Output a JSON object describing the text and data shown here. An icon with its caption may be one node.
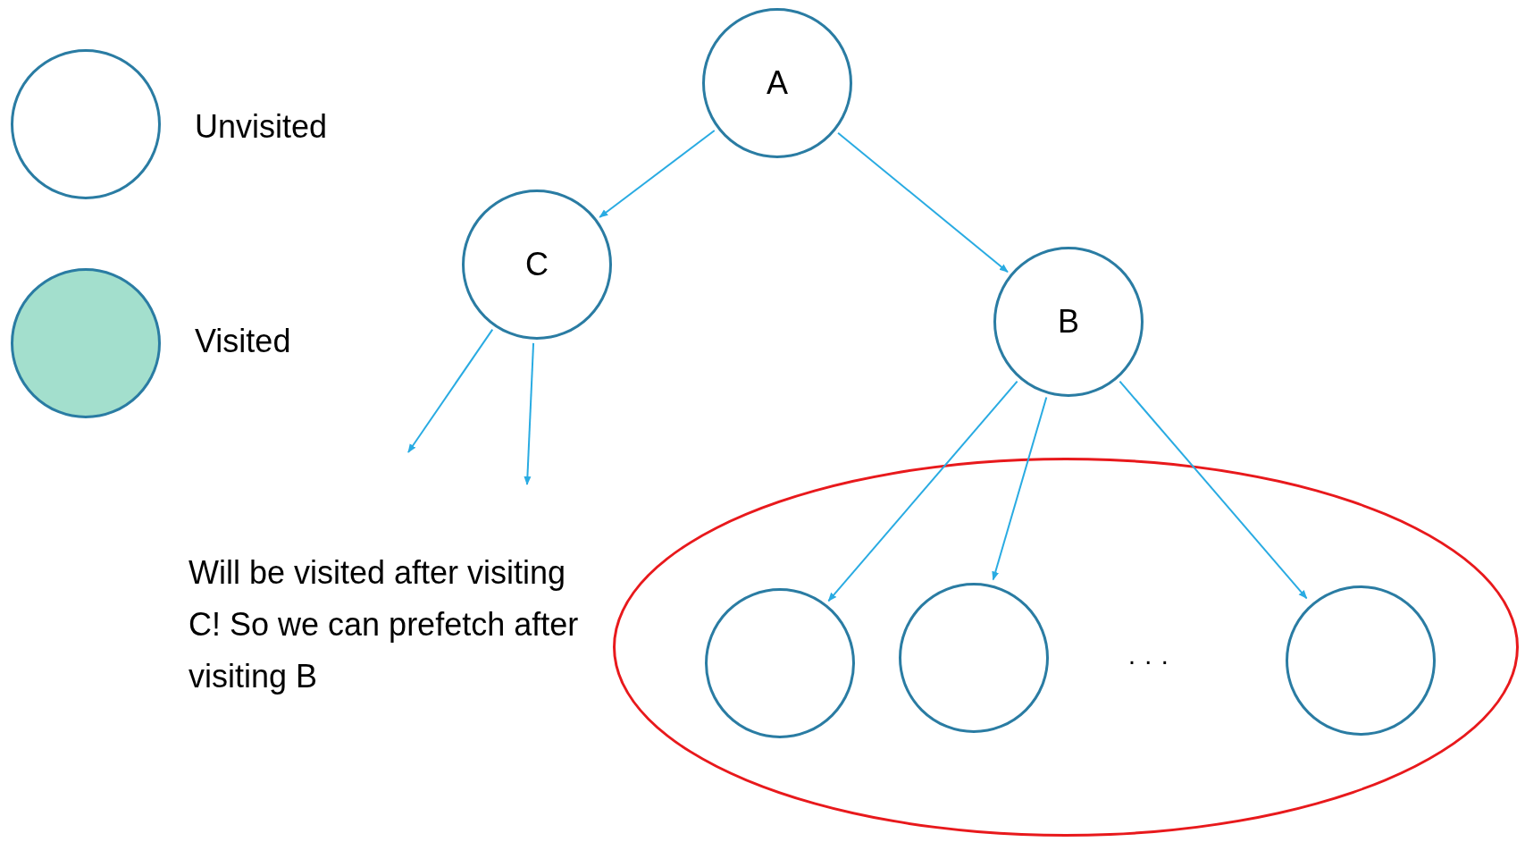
{
  "diagram": {
    "nodes": [
      {
        "text": [
          "A"
        ]
      },
      {
        "text": [
          "C"
        ]
      },
      {
        "text": [
          "B"
        ]
      },
      {
        "text": [],
        "shape": "ellipse"
      },
      {
        "text": [],
        "shape": "circle",
        "in": 3
      },
      {
        "text": [],
        "shape": "circle",
        "in": 3
      },
      {
        "text": [],
        "shape": "circle",
        "in": 3
      }
    ],
    "edges": [
      {
        "from": 0,
        "to": 1,
        "arrow": "to"
      },
      {
        "from": 0,
        "to": 2,
        "arrow": "to"
      },
      {
        "from": 1,
        "to": null,
        "arrow": "to"
      },
      {
        "from": 1,
        "to": null,
        "arrow": "to"
      },
      {
        "from": 2,
        "to": 4,
        "arrow": "to"
      },
      {
        "from": 2,
        "to": 5,
        "arrow": "to"
      },
      {
        "from": 2,
        "to": 6,
        "arrow": "to"
      }
    ],
    "labels": [
      "Will be visited after visiting C! So we can prefetch after visiting B",
      "· · ·"
    ],
    "legend": [
      {
        "text": "Unvisited",
        "color": "#ffffff"
      },
      {
        "text": "Visited",
        "color": "#a3dfcd"
      }
    ]
  }
}
